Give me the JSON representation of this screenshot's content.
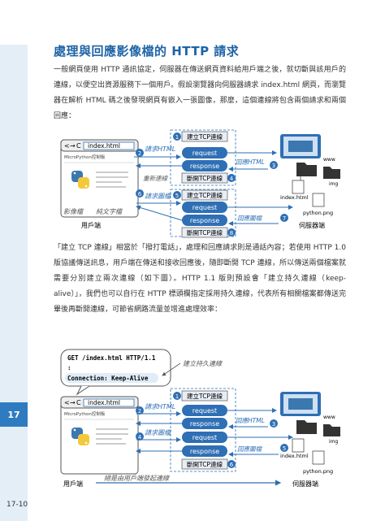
{
  "chapter_tab": "17",
  "page_number": "17-10",
  "title": "處理與回應影像檔的 HTTP 請求",
  "para1": "一般網頁使用 HTTP 通訊協定，伺服器在傳送網頁資料給用戶端之後，就切斷與該用戶的連線，以便空出資源服務下一個用戶。假設瀏覽器向伺服器請求 index.html 網頁，而瀏覽器在解析 HTML 碼之後發現網頁有嵌入一張圖像，那麼，這個連線將包含兩個請求和兩個回應：",
  "para2": "「建立 TCP 連線」相當於「撥打電話」，處理和回應請求則是通話內容；若使用 HTTP 1.0 版協議傳送訊息，用戶端在傳送和接收回應後，隨即斷開 TCP 連線，所以傳送兩個檔案就需要分別建立兩次連線（如下圖）。HTTP 1.1 版則預設會「建立持久連線（keep-alive）」，我們也可以自行在 HTTP 標頭欄指定採用持久連線，代表所有相關檔案都傳送完畢後再斷開連線，可節省網路流量並增進處理效率：",
  "diagram1": {
    "url": "index.html",
    "browser_caption": "MicroPython控制板",
    "client_label": "用戶端",
    "server_label": "伺服器端",
    "hand_image": "影像檔",
    "hand_text": "純文字檔",
    "hand_reconnect": "重新連線",
    "req_html": "請求HTML",
    "req_image": "請求圖檔",
    "resp_html": "回應HTML",
    "resp_image": "回應圖檔",
    "build_tcp": "建立TCP連線",
    "request": "request",
    "response": "response",
    "close_tcp": "斷開TCP連線",
    "www": "www",
    "img": "img",
    "file_index": "index.html",
    "file_python": "python.png",
    "steps": [
      "1",
      "2",
      "3",
      "4",
      "5",
      "6",
      "7",
      "8"
    ]
  },
  "diagram2": {
    "code_line1": "GET /index.html HTTP/1.1",
    "code_line2": ":",
    "code_line3": "Connection: Keep-Alive",
    "hand_persistent": "建立持久連線",
    "hand_bottom": "總是由用戶端發起連線",
    "url": "index.html",
    "browser_caption": "MicroPython控制板",
    "client_label": "用戶端",
    "server_label": "伺服器端",
    "req_html": "請求HTML",
    "req_image": "請求圖檔",
    "resp_html": "回應HTML",
    "resp_image": "回應圖檔",
    "build_tcp": "建立TCP連線",
    "request": "request",
    "response": "response",
    "close_tcp": "斷開TCP連線",
    "www": "www",
    "img": "img",
    "file_index": "index.html",
    "file_python": "python.png",
    "steps": [
      "1",
      "2",
      "3",
      "4",
      "5",
      "6"
    ]
  }
}
